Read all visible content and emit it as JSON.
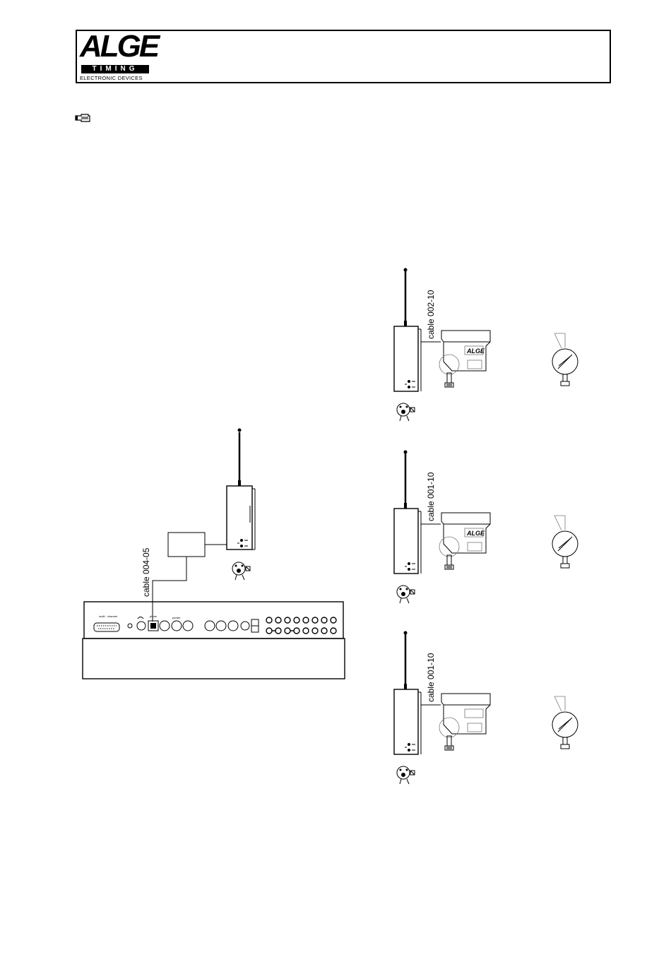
{
  "header": {
    "logo_word": "ALGE",
    "logo_bar": "TIMING",
    "logo_sub": "ELECTRONIC DEVICES"
  },
  "note_icon": "pointing-hand-icon",
  "left_diagram": {
    "cable_label": "cable 004-05"
  },
  "right_diagrams": [
    {
      "cable_label": "cable 002-10",
      "photocell_brand": "ALGE"
    },
    {
      "cable_label": "cable 001-10",
      "photocell_brand": "ALGE"
    },
    {
      "cable_label": "cable 001-10",
      "photocell_brand": ""
    }
  ]
}
